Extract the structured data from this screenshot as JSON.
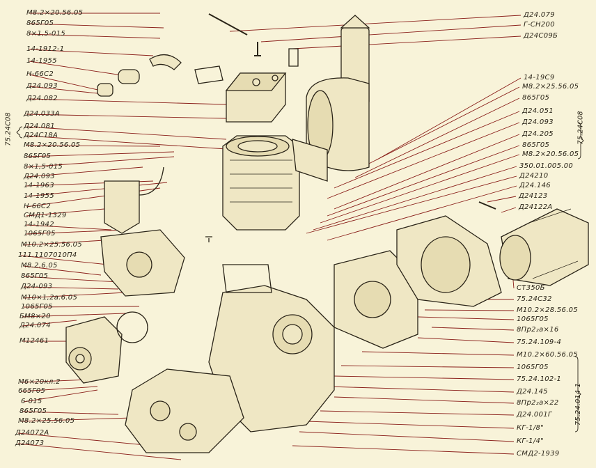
{
  "title": "Exploded view of engine assembly",
  "left_labels": [
    "М8.2×20.56.05",
    "865Г05",
    "8×1,5-015",
    "14-1912-1",
    "14-1955",
    "Н-66С2",
    "Д24.093",
    "Д24.082",
    "Д24.033А",
    "Д24.081",
    "Д24С18А",
    "М8.2×20.56.05",
    "865Г05",
    "8×1,5-015",
    "Д24.093",
    "14-1963",
    "14-1955",
    "Н-66С2",
    "СМД1-1329",
    "14-1942",
    "1065Г05",
    "М10.2×25.56.05",
    "111.1107010П4",
    "М8.2.6.05",
    "865Г05",
    "Д24-093",
    "М10×1,2а.6.05",
    "1065Г05",
    "БМ8×20",
    "Д24.074",
    "М12461",
    "М6×20кл.2",
    "665Г05",
    "6-015",
    "865Г05",
    "М8.2×25.56.05",
    "Д24072А",
    "Д24073"
  ],
  "right_top_labels": [
    "Д24.079",
    "Г-СН200",
    "Д24С09Б"
  ],
  "right_labels": [
    "14-19С9",
    "М8.2×25.56.05",
    "865Г05",
    "Д24.051",
    "Д24.093",
    "Д24.205",
    "865Г05",
    "М8.2×20.56.05",
    "350.01.005.00",
    "Д24210",
    "Д24.146",
    "Д24123",
    "Д24122А"
  ],
  "right_lower_labels": [
    "СТ350Б",
    "75.24С32",
    "М10.2×28.56.05",
    "1065Г05",
    "8Пр2₂а×16",
    "75.24.109-4",
    "М10.2×60.56.05",
    "1065Г05",
    "75.24.102-1",
    "Д24.145",
    "8Пр2₂а×22",
    "Д24.001Г",
    "КГ-1/8\"",
    "КГ-1/4\"",
    "СМД2-1939"
  ],
  "group_labels": {
    "left_group": "75.24С08",
    "right_group": "75.24С08",
    "lower_group": "75.24.014-1"
  },
  "colors": {
    "paper": "#f8f3d9",
    "ink": "#2a2418",
    "leader": "#8a1f1a"
  }
}
